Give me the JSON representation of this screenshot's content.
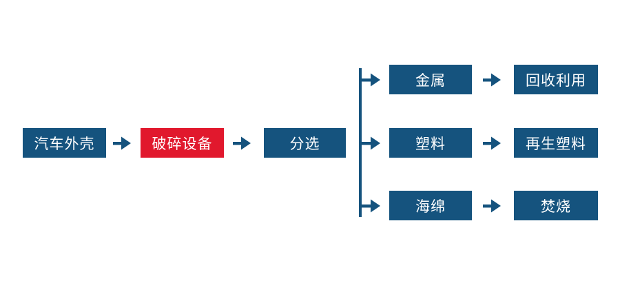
{
  "diagram": {
    "type": "flowchart",
    "background": "#ffffff",
    "colors": {
      "node_fill_blue": "#15537E",
      "node_fill_red": "#E1182D",
      "connector": "#15537E",
      "node_text": "#ffffff"
    },
    "main_flow": [
      {
        "id": "car-shell",
        "label": "汽车外壳",
        "style": "blue"
      },
      {
        "id": "crushing-equipment",
        "label": "破碎设备",
        "style": "red"
      },
      {
        "id": "sorting",
        "label": "分选",
        "style": "blue"
      }
    ],
    "branches": [
      {
        "material": "金属",
        "outcome": "回收利用"
      },
      {
        "material": "塑料",
        "outcome": "再生塑料"
      },
      {
        "material": "海绵",
        "outcome": "焚烧"
      }
    ],
    "icons": {
      "arrow_right": "→"
    }
  }
}
